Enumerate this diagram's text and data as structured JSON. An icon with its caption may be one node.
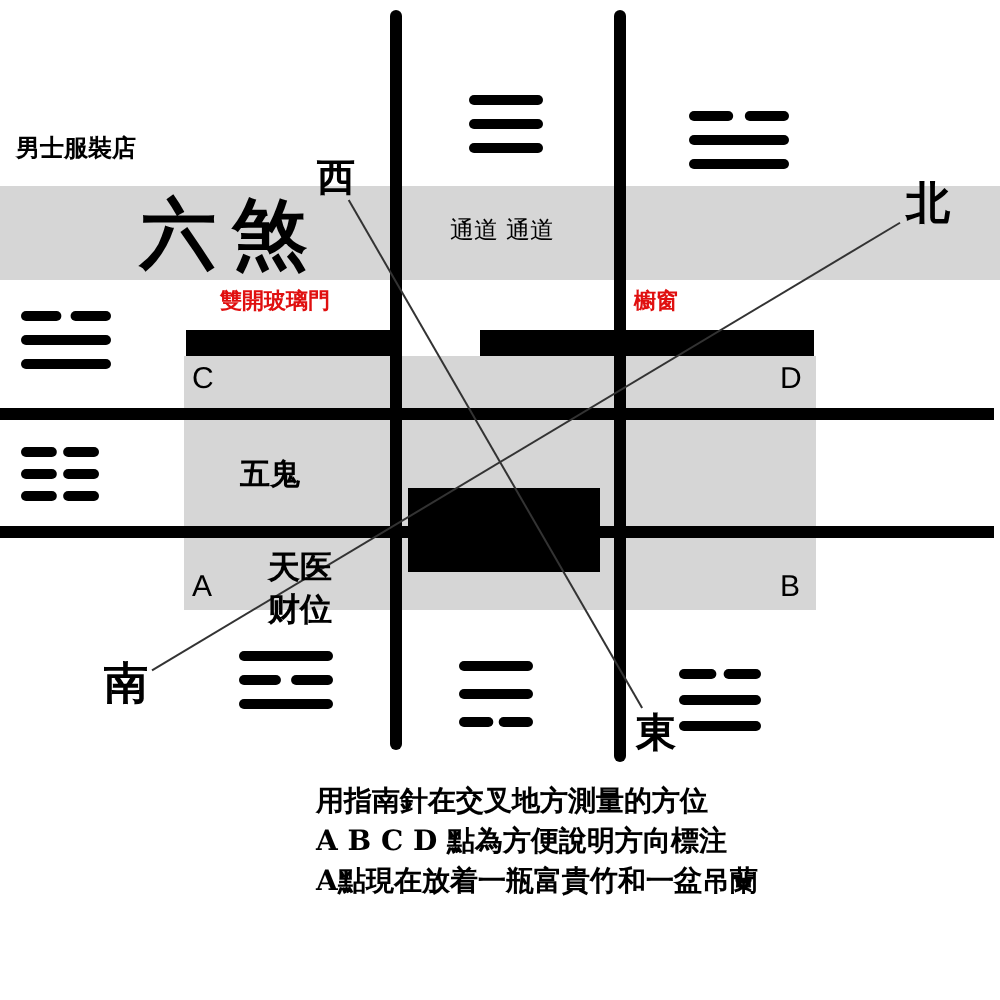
{
  "diagram": {
    "nodes": [
      {
        "text": [
          "西"
        ]
      },
      {
        "text": [
          "東"
        ]
      },
      {
        "text": [
          "南"
        ]
      },
      {
        "text": [
          "北"
        ]
      }
    ],
    "edges": [
      {
        "from": 0,
        "to": 1,
        "arrow": "none"
      },
      {
        "from": 2,
        "to": 3,
        "arrow": "none"
      }
    ],
    "labels": [
      "男士服裝店",
      "六煞",
      "通道 通道",
      "雙開玻璃門",
      "櫥窗",
      "C",
      "D",
      "五鬼",
      "A",
      "天医财位",
      "B",
      "用指南針在交叉地方測量的方位",
      "A B C D 點為方便說明方向標注",
      "A點現在放着一瓶富貴竹和一盆吊蘭"
    ]
  }
}
